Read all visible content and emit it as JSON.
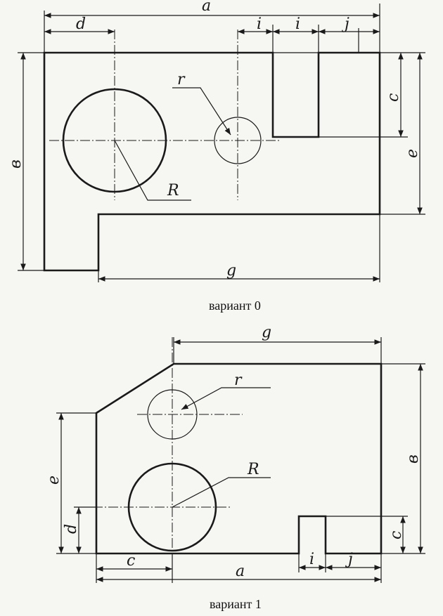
{
  "variant0": {
    "caption": "вариант 0",
    "dims": {
      "a": "a",
      "d": "d",
      "i1": "i",
      "i2": "i",
      "j": "j",
      "c": "c",
      "e": "e",
      "b": "в",
      "g": "g"
    },
    "labels": {
      "r": "r",
      "R": "R"
    }
  },
  "variant1": {
    "caption": "вариант 1",
    "dims": {
      "g": "g",
      "b": "в",
      "e": "e",
      "d": "d",
      "c_right": "c",
      "c_bottom": "c",
      "a": "a",
      "i": "i",
      "j": "j"
    },
    "labels": {
      "r": "r",
      "R": "R"
    }
  },
  "colors": {
    "paper": "#f6f6f3",
    "ink": "#1a1a1a"
  }
}
